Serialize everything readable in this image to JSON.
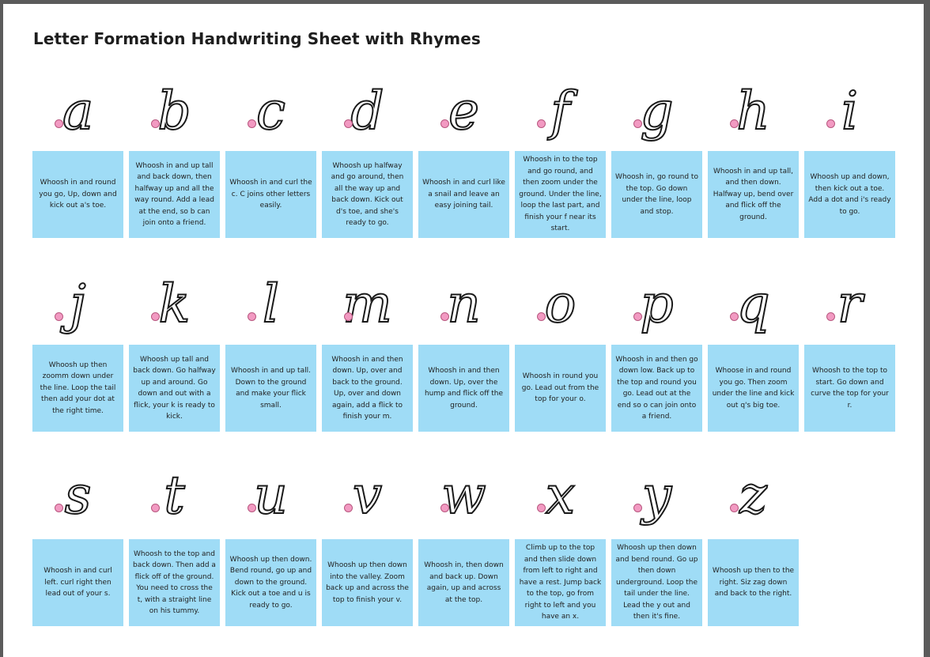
{
  "title": "Letter Formation Handwriting Sheet with Rhymes",
  "rows": [
    [
      {
        "letter": "a",
        "rhyme": "Whoosh in and round you go, Up, down and kick out a's toe."
      },
      {
        "letter": "b",
        "rhyme": "Whoosh in and up tall and back down, then halfway up and all the way round. Add a lead at the end, so b can join onto a friend."
      },
      {
        "letter": "c",
        "rhyme": "Whoosh in and curl the c. C joins other letters easily."
      },
      {
        "letter": "d",
        "rhyme": "Whoosh up halfway and go around, then all the way up and back down. Kick out d's toe, and she's ready to go."
      },
      {
        "letter": "e",
        "rhyme": "Whoosh in and curl like a snail and leave an easy joining tail."
      },
      {
        "letter": "f",
        "rhyme": "Whoosh in to the top and go round, and then zoom under the ground. Under the line, loop the last part, and finish your f near its start."
      },
      {
        "letter": "g",
        "rhyme": "Whoosh in, go round to the top. Go down under the line, loop and stop."
      },
      {
        "letter": "h",
        "rhyme": "Whoosh in and up tall, and then down. Halfway up, bend over and flick off the ground."
      },
      {
        "letter": "i",
        "rhyme": "Whoosh up and down, then kick out a toe. Add a dot and i's ready to go."
      }
    ],
    [
      {
        "letter": "j",
        "rhyme": "Whoosh up then zoomm down under the line. Loop the tail then add your dot at the right time."
      },
      {
        "letter": "k",
        "rhyme": "Whoosh up tall and back down. Go halfway up and around. Go down and out with a flick, your k is ready to kick."
      },
      {
        "letter": "l",
        "rhyme": "Whoosh in and up tall. Down to the ground and make your flick small."
      },
      {
        "letter": "m",
        "rhyme": "Whoosh in and then down. Up, over and back to the ground. Up, over and down again, add a flick to finish your m."
      },
      {
        "letter": "n",
        "rhyme": "Whoosh in and then down. Up, over the hump and flick off the ground."
      },
      {
        "letter": "o",
        "rhyme": "Whoosh in round you go. Lead out from the top for your o."
      },
      {
        "letter": "p",
        "rhyme": "Whoosh in and then go down low. Back up to the top and round you go. Lead out at the end so o can join onto a friend."
      },
      {
        "letter": "q",
        "rhyme": "Whoose in and round you go. Then zoom under the line and kick out q's big toe."
      },
      {
        "letter": "r",
        "rhyme": "Whoosh to the top to start. Go down and curve the top for your r."
      }
    ],
    [
      {
        "letter": "s",
        "rhyme": "Whoosh in and curl left. curl right then lead out of your s."
      },
      {
        "letter": "t",
        "rhyme": "Whoosh to the top and back down. Then add a flick off of the ground. You need to cross the t, with a straight line on his tummy."
      },
      {
        "letter": "u",
        "rhyme": "Whoosh up then down. Bend round, go up and down to the ground. Kick out a toe and u is ready to go."
      },
      {
        "letter": "v",
        "rhyme": "Whoosh up then down into the valley. Zoom back up and across the top to finish your v."
      },
      {
        "letter": "w",
        "rhyme": "Whoosh in, then down and back up. Down again, up and across at the top."
      },
      {
        "letter": "x",
        "rhyme": "Climb up to the top and then slide down from left to right and have a rest. Jump back to the top, go from right to left and you have an x."
      },
      {
        "letter": "y",
        "rhyme": "Whoosh up then down and bend round. Go up then down underground. Loop the tail under the line. Lead the y out and then it's fine."
      },
      {
        "letter": "z",
        "rhyme": "Whoosh up then to the right. Siz zag down and back to the right."
      }
    ]
  ],
  "colors": {
    "box": "#9fdcf6",
    "start_dot": "#f29ac2",
    "page": "#ffffff",
    "frame": "#5b5b5b"
  }
}
